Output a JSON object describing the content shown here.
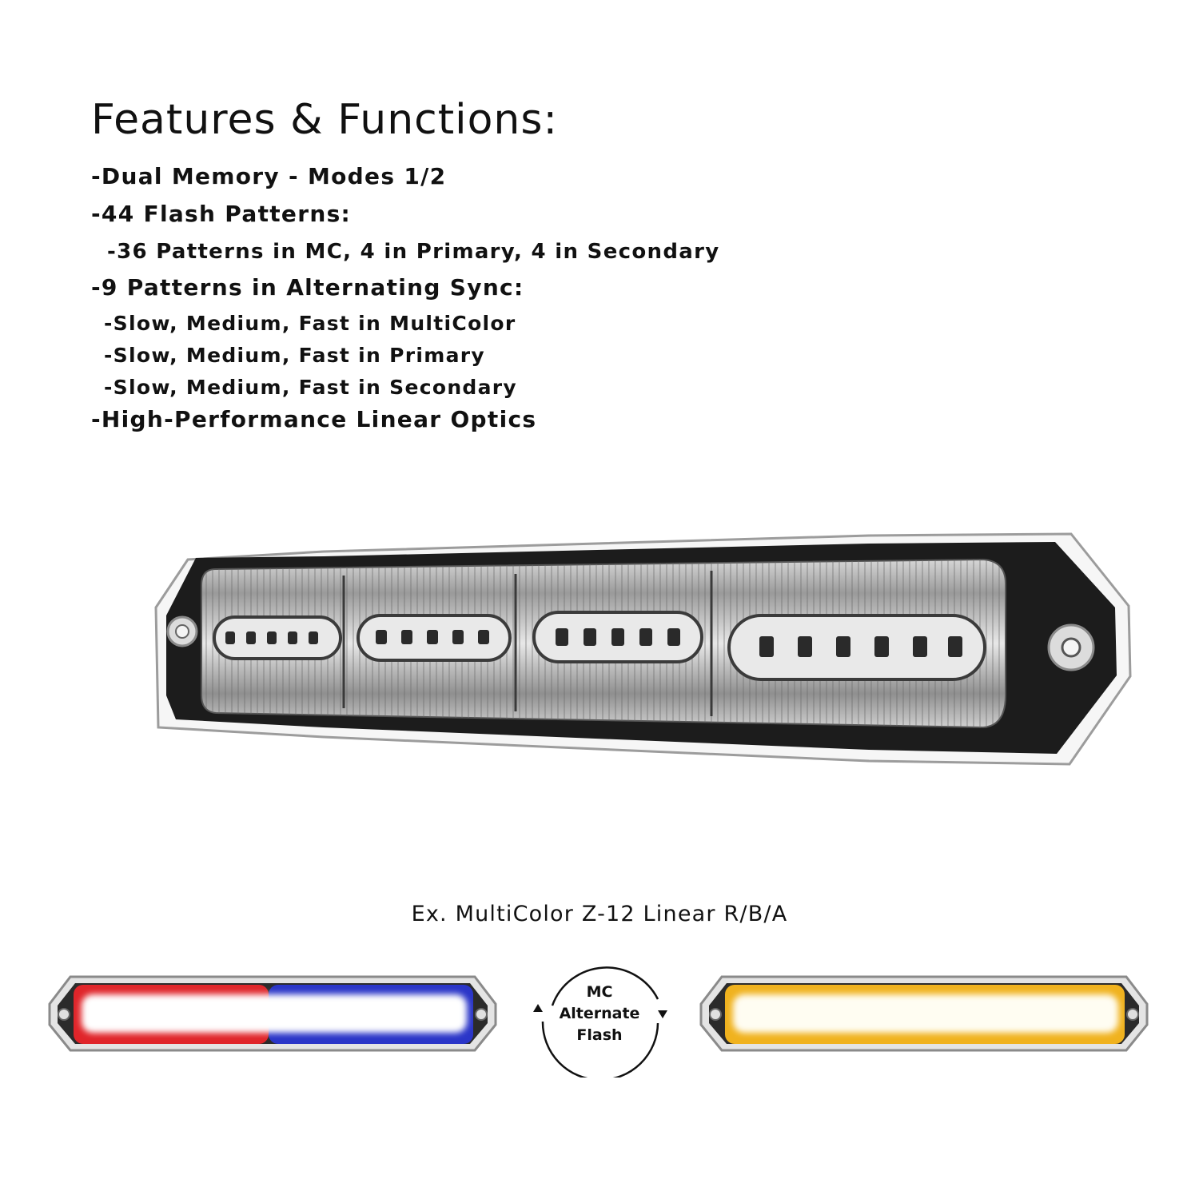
{
  "features": {
    "heading": "Features & Functions:",
    "lines": [
      "-Dual Memory - Modes 1/2",
      "-44 Flash Patterns:",
      "-36 Patterns in MC, 4 in Primary, 4 in Secondary",
      "-9 Patterns in Alternating Sync:",
      "-Slow, Medium, Fast in MultiColor",
      "-Slow, Medium, Fast in Primary",
      "-Slow, Medium, Fast in Secondary",
      "-High-Performance Linear Optics"
    ]
  },
  "example": {
    "caption": "Ex. MultiColor Z-12 Linear R/B/A",
    "cycle_label": [
      "MC",
      "Alternate",
      "Flash"
    ],
    "colors": {
      "red": "#e0252a",
      "blue": "#2a35c8",
      "amber": "#f0b21e"
    }
  }
}
